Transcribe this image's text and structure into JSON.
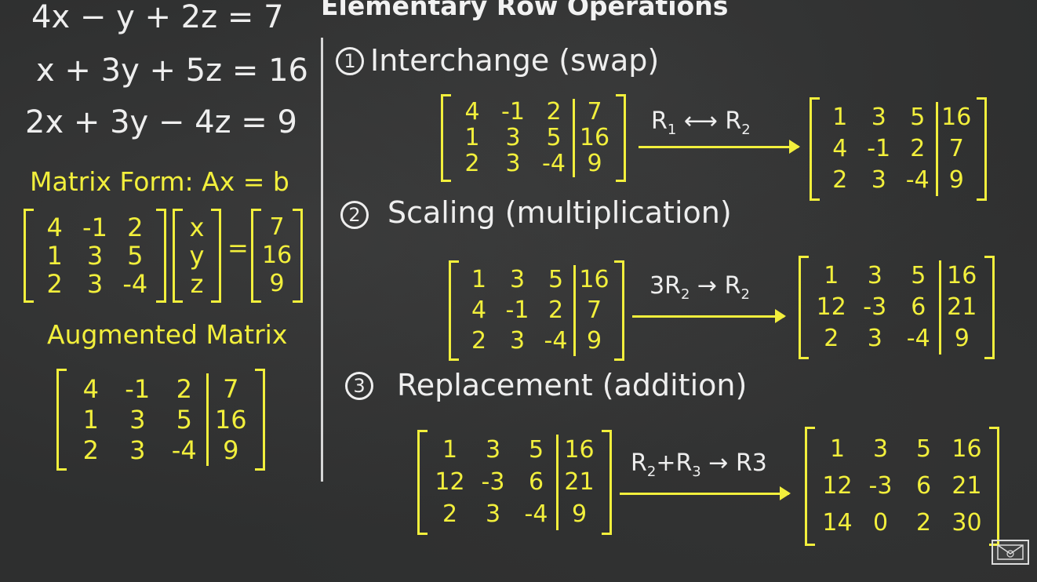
{
  "title": "Elementary Row Operations",
  "system": [
    "4x − y + 2z = 7",
    "x + 3y + 5z = 16",
    "2x + 3y − 4z = 9"
  ],
  "matrix_form": {
    "label": "Matrix Form: Ax = b",
    "A": [
      [
        "4",
        "-1",
        "2"
      ],
      [
        "1",
        "3",
        "5"
      ],
      [
        "2",
        "3",
        "-4"
      ]
    ],
    "x": [
      "x",
      "y",
      "z"
    ],
    "equals": "=",
    "b": [
      "7",
      "16",
      "9"
    ]
  },
  "augmented": {
    "label": "Augmented Matrix",
    "rows": [
      [
        "4",
        "-1",
        "2",
        "7"
      ],
      [
        "1",
        "3",
        "5",
        "16"
      ],
      [
        "2",
        "3",
        "-4",
        "9"
      ]
    ]
  },
  "operations": [
    {
      "number": "1",
      "name": "Interchange (swap)",
      "before": [
        [
          "4",
          "-1",
          "2",
          "7"
        ],
        [
          "1",
          "3",
          "5",
          "16"
        ],
        [
          "2",
          "3",
          "-4",
          "9"
        ]
      ],
      "op_label": [
        "R",
        "1",
        " ⟷ R",
        "2",
        ""
      ],
      "after": [
        [
          "1",
          "3",
          "5",
          "16"
        ],
        [
          "4",
          "-1",
          "2",
          "7"
        ],
        [
          "2",
          "3",
          "-4",
          "9"
        ]
      ]
    },
    {
      "number": "2",
      "name": "Scaling (multiplication)",
      "before": [
        [
          "1",
          "3",
          "5",
          "16"
        ],
        [
          "4",
          "-1",
          "2",
          "7"
        ],
        [
          "2",
          "3",
          "-4",
          "9"
        ]
      ],
      "op_label": [
        "3R",
        "2",
        " → R",
        "2",
        ""
      ],
      "after": [
        [
          "1",
          "3",
          "5",
          "16"
        ],
        [
          "12",
          "-3",
          "6",
          "21"
        ],
        [
          "2",
          "3",
          "-4",
          "9"
        ]
      ]
    },
    {
      "number": "3",
      "name": "Replacement (addition)",
      "before": [
        [
          "1",
          "3",
          "5",
          "16"
        ],
        [
          "12",
          "-3",
          "6",
          "21"
        ],
        [
          "2",
          "3",
          "-4",
          "9"
        ]
      ],
      "op_label": [
        "R",
        "2",
        "+R",
        "3",
        " → R3"
      ],
      "after": [
        [
          "1",
          "3",
          "5",
          "16"
        ],
        [
          "12",
          "-3",
          "6",
          "21"
        ],
        [
          "14",
          "0",
          "2",
          "30"
        ]
      ]
    }
  ],
  "colors": {
    "board": "#2e2f2f",
    "chalk_white": "#eeeeee",
    "chalk_yellow": "#f2ef3c"
  },
  "logo_icon": "matrix-logo-icon"
}
